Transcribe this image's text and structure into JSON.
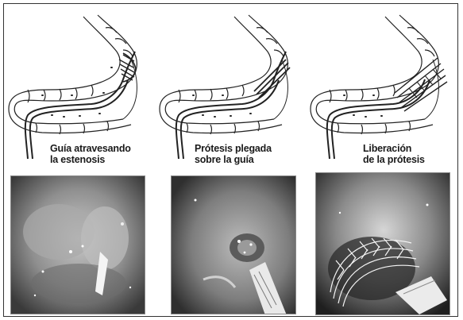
{
  "panels": [
    {
      "caption_line1": "Guía atravesando",
      "caption_line2": "la estenosis"
    },
    {
      "caption_line1": "Prótesis plegada",
      "caption_line2": "sobre la guía"
    },
    {
      "caption_line1": "Liberación",
      "caption_line2": "de la prótesis"
    }
  ]
}
